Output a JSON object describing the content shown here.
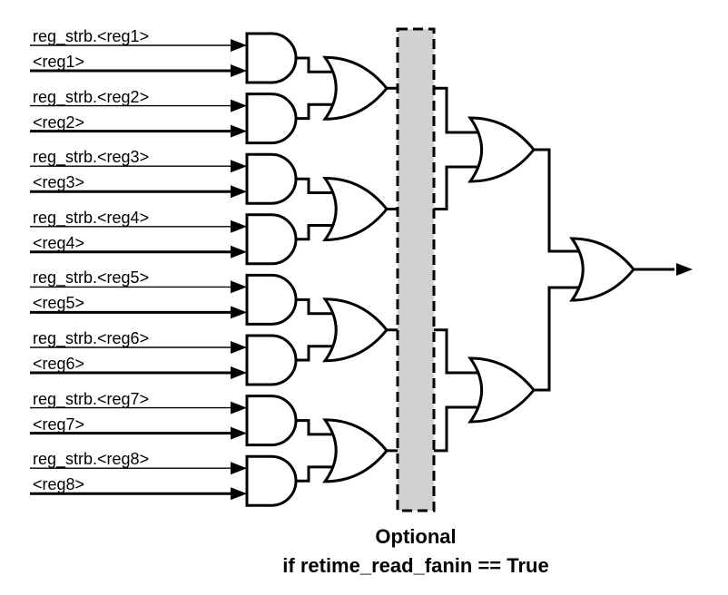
{
  "diagram": {
    "title_hidden": "",
    "inputs": [
      {
        "strobe_label": "reg_strb.<reg1>",
        "value_label": "<reg1>"
      },
      {
        "strobe_label": "reg_strb.<reg2>",
        "value_label": "<reg2>"
      },
      {
        "strobe_label": "reg_strb.<reg3>",
        "value_label": "<reg3>"
      },
      {
        "strobe_label": "reg_strb.<reg4>",
        "value_label": "<reg4>"
      },
      {
        "strobe_label": "reg_strb.<reg5>",
        "value_label": "<reg5>"
      },
      {
        "strobe_label": "reg_strb.<reg6>",
        "value_label": "<reg6>"
      },
      {
        "strobe_label": "reg_strb.<reg7>",
        "value_label": "<reg7>"
      },
      {
        "strobe_label": "reg_strb.<reg8>",
        "value_label": "<reg8>"
      }
    ],
    "caption": {
      "line1": "Optional",
      "line2": "if retime_read_fanin == True"
    },
    "gate_counts": {
      "and_gates": 8,
      "or_gates_level1": 4,
      "or_gates_level2": 2,
      "or_gates_final": 1
    },
    "colors": {
      "wire": "#000000",
      "gate_fill": "#ffffff",
      "gate_stroke": "#000000",
      "optional_box_fill": "#d1d1d1",
      "optional_box_stroke": "#000000",
      "background": "#ffffff",
      "text": "#000000"
    }
  }
}
